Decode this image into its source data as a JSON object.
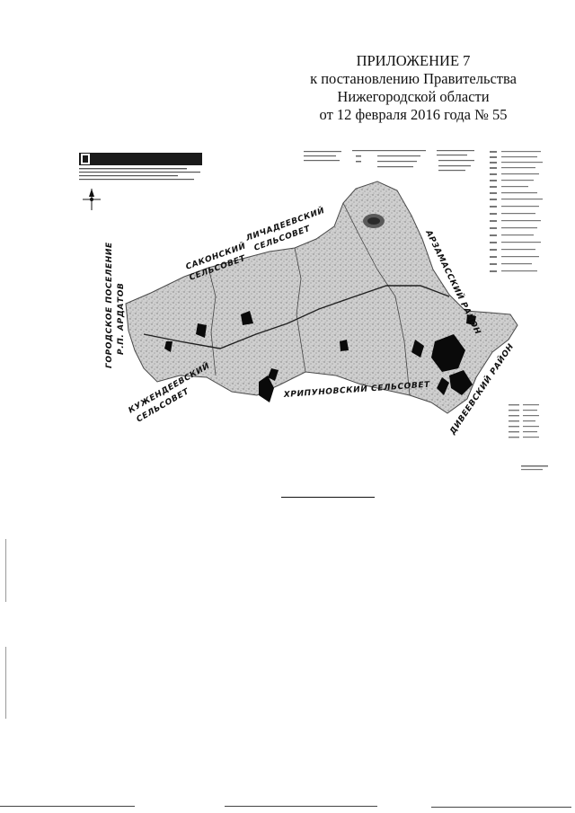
{
  "document": {
    "appendix_title": "ПРИЛОЖЕНИЕ 7",
    "decree_line_1": "к постановлению Правительства",
    "decree_line_2": "Нижегородской области",
    "decree_line_3": "от 12 февраля 2016 года № 55"
  },
  "map": {
    "labels": {
      "sakonsky": [
        "САКОНСКИЙ",
        "СЕЛЬСОВЕТ"
      ],
      "lichadeevsky": [
        "ЛИЧАДЕЕВСКИЙ",
        "СЕЛЬСОВЕТ"
      ],
      "ardatov": [
        "ГОРОДСКОЕ ПОСЕЛЕНИЕ",
        "Р.П. АРДАТОВ"
      ],
      "kuzhendeevsky": [
        "КУЖЕНДЕЕВСКИЙ",
        "СЕЛЬСОВЕТ"
      ],
      "khripunovsky": "ХРИПУНОВСКИЙ СЕЛЬСОВЕТ",
      "arzamassky": "АРЗАМАССКИЙ РАЙОН",
      "diveevsky": "ДИВЕЕВСКИЙ РАЙОН"
    },
    "colors": {
      "territory_fill": "#c9c9c9",
      "forest_patch": "#0a0a0a",
      "ink": "#111111"
    },
    "icons": [
      "north-arrow-icon",
      "map-logo-icon"
    ]
  }
}
